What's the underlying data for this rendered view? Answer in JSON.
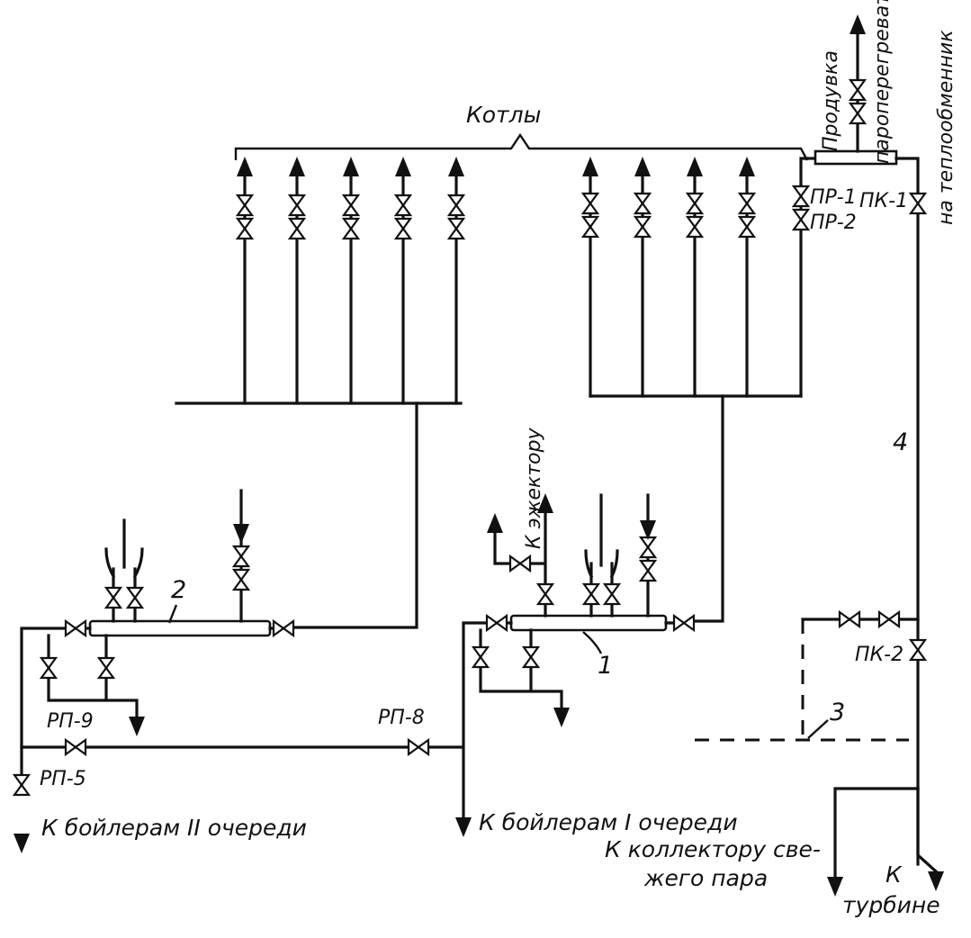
{
  "labels": {
    "boilers": "Котлы",
    "blowdown": "Продувка",
    "superheater": "пароперегреватель",
    "heat_exchanger": "на теплообменник",
    "pr1": "ПР-1",
    "pr2": "ПР-2",
    "pk1": "ПК-1",
    "pk2": "ПК-2",
    "ejector": "К эжектору",
    "num1": "1",
    "num2": "2",
    "num3": "3",
    "num4": "4",
    "rp9": "РП-9",
    "rp8": "РП-8",
    "rp5": "РП-5",
    "boilers_ii": "К бойлерам II очереди",
    "boilers_i": "К бойлерам I очереди",
    "collector_line1": "К коллектору све-",
    "collector_line2": "жего пара",
    "turbine_line1": "К",
    "turbine_line2": "турбине"
  },
  "colors": {
    "ink": "#111111",
    "paper": "#ffffff"
  }
}
